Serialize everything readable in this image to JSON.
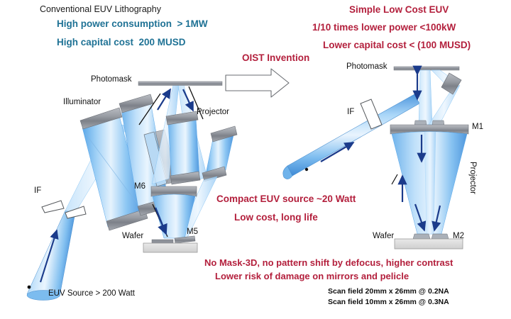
{
  "figure": {
    "title_left": "Conventional EUV Lithography",
    "arrow_label": "OIST Invention"
  },
  "left_panel": {
    "heading": "Conventional EUV Lithography",
    "bullets": [
      "High power consumption  > 1MW",
      "High capital cost  200 MUSD"
    ],
    "labels": {
      "photomask": "Photomask",
      "illuminator": "Illuminator",
      "projector": "Projector",
      "if": "IF",
      "m6": "M6",
      "m5": "M5",
      "wafer": "Wafer",
      "source": "EUV Source > 200 Watt"
    }
  },
  "right_panel": {
    "headings": [
      "Simple Low Cost EUV",
      "1/10 times lower power <100kW",
      "Lower capital cost < (100 MUSD)"
    ],
    "labels": {
      "photomask": "Photomask",
      "if": "IF",
      "m1": "M1",
      "m2": "M2",
      "wafer": "Wafer",
      "projector": "Projector"
    }
  },
  "center_claims": [
    "Compact EUV source ~20 Watt",
    "Low cost, long life"
  ],
  "bottom_claims": [
    "No Mask-3D, no pattern shift by defocus, higher contrast",
    "Lower risk of damage on mirrors and pelicle"
  ],
  "scan_fields": [
    "Scan field 20mm x 26mm @ 0.2NA",
    "Scan field 10mm x 26mm @ 0.3NA"
  ],
  "colors": {
    "blue_text": "#1f7295",
    "red_text": "#b31f3c",
    "beam_light": "#cfe6fb",
    "beam_mid": "#79b8ec",
    "beam_dark": "#2f7fd0",
    "mirror_gray": "#8d9199",
    "stage_gray": "#dcdcdc",
    "arrow_navy": "#1b3b8b",
    "outline": "#55585c"
  }
}
